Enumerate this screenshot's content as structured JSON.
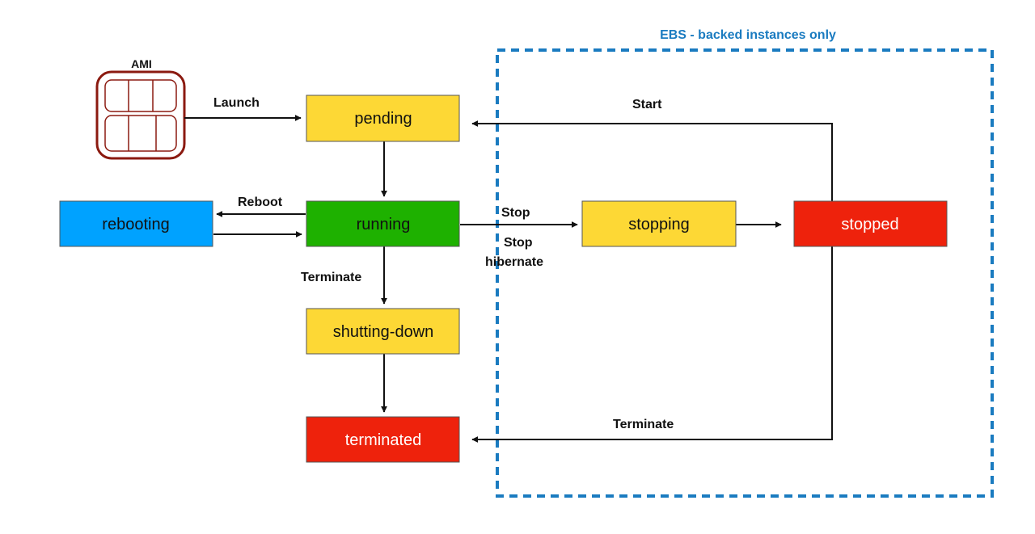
{
  "colors": {
    "yellow": "#FDD835",
    "green": "#1EB100",
    "blue": "#00A2FF",
    "red": "#EE220C",
    "ami": "#8B1A10",
    "region": "#1A7BC0",
    "edge": "#111111"
  },
  "ami": {
    "label": "AMI",
    "icon": "ami-icon"
  },
  "region": {
    "label": "EBS - backed instances only"
  },
  "nodes": {
    "pending": "pending",
    "running": "running",
    "rebooting": "rebooting",
    "stopping": "stopping",
    "stopped": "stopped",
    "shutting_down": "shutting-down",
    "terminated": "terminated"
  },
  "edges": {
    "launch": "Launch",
    "reboot": "Reboot",
    "stop": "Stop",
    "stop_hibernate_1": "Stop",
    "stop_hibernate_2": "hibernate",
    "terminate_running": "Terminate",
    "start": "Start",
    "terminate_stopped": "Terminate"
  }
}
